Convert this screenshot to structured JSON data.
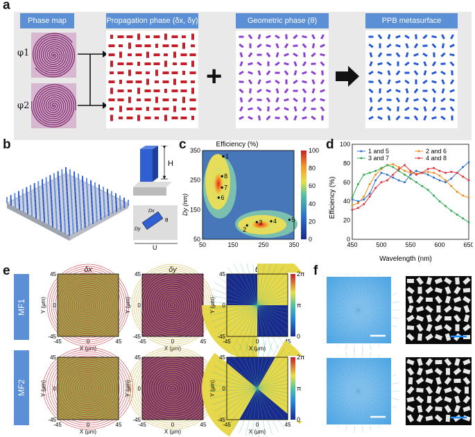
{
  "panel_labels": {
    "a": "a",
    "b": "b",
    "c": "c",
    "d": "d",
    "e": "e",
    "f": "f"
  },
  "panel_a": {
    "headers": {
      "phase_map": "Phase  map",
      "propagation": "Propagation phase (δx, δy)",
      "geometric": "Geometric phase (θ)",
      "ppb": "PPB metasurface"
    },
    "phi1": "φ1",
    "phi2": "φ2",
    "plus": "+",
    "colors": {
      "red": "#c4202a",
      "purple": "#8a3fd1",
      "blue": "#2457d6",
      "header": "#5b8fd6"
    }
  },
  "panel_b": {
    "H": "H",
    "U": "U",
    "Dx": "Dx",
    "Dy": "Dy",
    "theta": "θ"
  },
  "panel_c": {
    "chart_data": {
      "type": "heatmap",
      "title": "Efficiency (%)",
      "xlabel": "",
      "ylabel": "Dy (nm)",
      "xlim": [
        50,
        350
      ],
      "ylim": [
        50,
        350
      ],
      "xticks": [
        "50",
        "150",
        "250",
        "350"
      ],
      "yticks": [
        "50",
        "150",
        "250",
        "350"
      ],
      "colorbar_ticks": [
        "0",
        "20",
        "40",
        "60",
        "80",
        "100"
      ],
      "points": [
        {
          "label": "1",
          "x": 118,
          "y": 330
        },
        {
          "label": "2",
          "x": 196,
          "y": 97
        },
        {
          "label": "3",
          "x": 228,
          "y": 108
        },
        {
          "label": "4",
          "x": 275,
          "y": 111
        },
        {
          "label": "5",
          "x": 335,
          "y": 116
        },
        {
          "label": "6",
          "x": 103,
          "y": 191
        },
        {
          "label": "7",
          "x": 114,
          "y": 225
        },
        {
          "label": "8",
          "x": 114,
          "y": 263
        }
      ]
    }
  },
  "panel_d": {
    "chart_data": {
      "type": "line",
      "xlabel": "Wavelength (nm)",
      "ylabel": "Efficiency (%)",
      "xlim": [
        450,
        650
      ],
      "ylim": [
        0,
        100
      ],
      "xticks": [
        "450",
        "500",
        "550",
        "600",
        "650"
      ],
      "yticks": [
        "0",
        "20",
        "40",
        "60",
        "80",
        "100"
      ],
      "series": [
        {
          "name": "1 and 5",
          "color": "#2a6fc9",
          "x": [
            450,
            460,
            470,
            480,
            490,
            500,
            510,
            520,
            530,
            540,
            550,
            560,
            570,
            580,
            590,
            600,
            610,
            620,
            630,
            640,
            650
          ],
          "values": [
            42,
            40,
            42,
            48,
            62,
            70,
            68,
            65,
            62,
            60,
            68,
            72,
            70,
            68,
            65,
            62,
            60,
            64,
            70,
            76,
            81
          ]
        },
        {
          "name": "2 and 6",
          "color": "#f08a1c",
          "x": [
            450,
            460,
            470,
            480,
            490,
            500,
            510,
            520,
            530,
            540,
            550,
            560,
            570,
            580,
            590,
            600,
            610,
            620,
            630,
            640,
            650
          ],
          "values": [
            36,
            38,
            45,
            58,
            68,
            74,
            78,
            79,
            76,
            72,
            70,
            69,
            70,
            71,
            70,
            67,
            62,
            56,
            50,
            46,
            44
          ]
        },
        {
          "name": "3 and 7",
          "color": "#2fa84f",
          "x": [
            450,
            460,
            470,
            480,
            490,
            500,
            510,
            520,
            530,
            540,
            550,
            560,
            570,
            580,
            590,
            600,
            610,
            620,
            630,
            640,
            650
          ],
          "values": [
            44,
            58,
            68,
            70,
            72,
            75,
            78,
            76,
            72,
            68,
            64,
            60,
            56,
            52,
            46,
            40,
            35,
            30,
            26,
            22,
            18
          ]
        },
        {
          "name": "4 and 8",
          "color": "#e0303c",
          "x": [
            450,
            460,
            470,
            480,
            490,
            500,
            510,
            520,
            530,
            540,
            550,
            560,
            570,
            580,
            590,
            600,
            610,
            620,
            630,
            640,
            650
          ],
          "values": [
            31,
            33,
            37,
            45,
            54,
            60,
            62,
            68,
            74,
            78,
            72,
            68,
            70,
            74,
            75,
            72,
            70,
            71,
            70,
            66,
            62
          ]
        }
      ]
    }
  },
  "panel_e": {
    "row_labels": [
      "MF1",
      "MF2"
    ],
    "titles": [
      "δx",
      "δy",
      "θ"
    ],
    "ticks": [
      "-45",
      "0",
      "45"
    ],
    "xlabel": "X (μm)",
    "ylabel": "Y (μm)",
    "colorbar_ticks": [
      "0",
      "π",
      "2π"
    ]
  },
  "panel_f": {
    "scalebar_color": "#1e90ff"
  }
}
